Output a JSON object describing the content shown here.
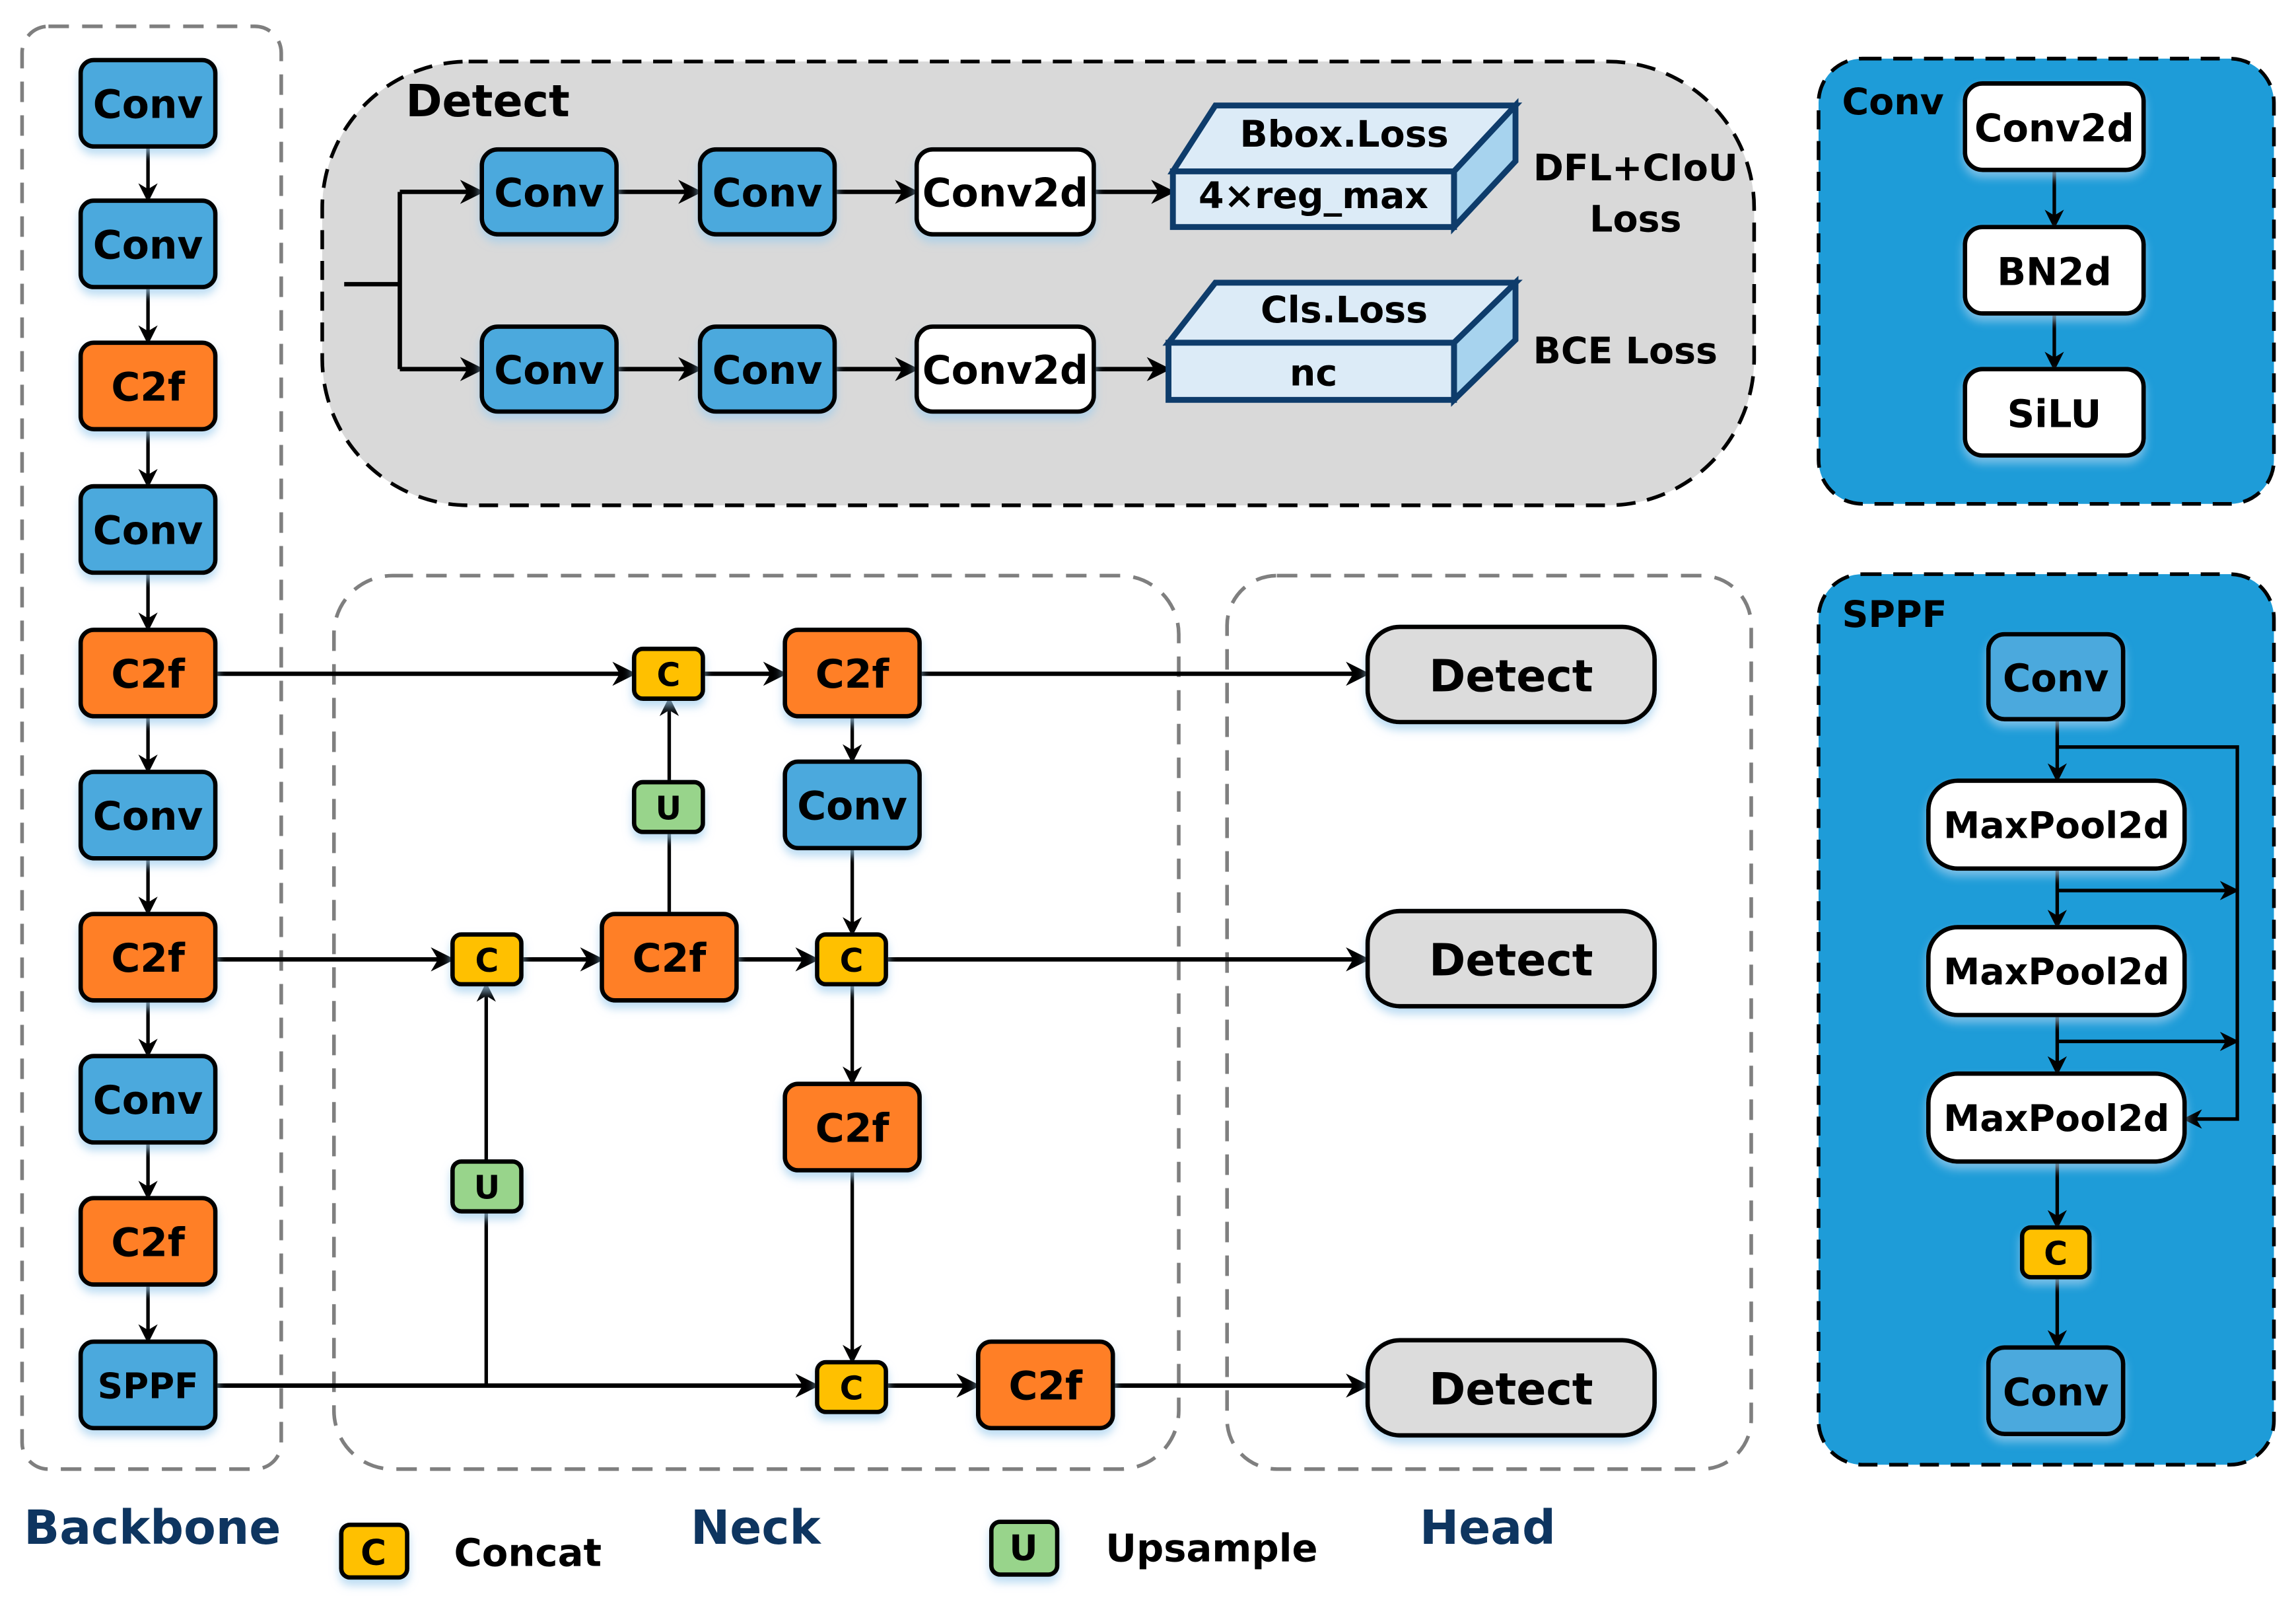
{
  "colors": {
    "conv": "#4BA9DD",
    "c2f": "#FF7F27",
    "concat": "#FFC000",
    "upsample": "#98D48B",
    "detect": "#DCDCDC",
    "white_node": "#FFFFFF",
    "detect_panel_bg": "#D9D9D9",
    "module_panel_bg": "#1E9CD8",
    "loss_front": "#DCEBF7",
    "loss_side": "#A7D3EE",
    "loss_stroke": "#0E3C6B",
    "section_label": "#0E3560",
    "dashed_gray": "#7F7F7F"
  },
  "backbone": {
    "title": "Backbone",
    "nodes": [
      {
        "label": "Conv",
        "type": "conv"
      },
      {
        "label": "Conv",
        "type": "conv"
      },
      {
        "label": "C2f",
        "type": "c2f"
      },
      {
        "label": "Conv",
        "type": "conv"
      },
      {
        "label": "C2f",
        "type": "c2f"
      },
      {
        "label": "Conv",
        "type": "conv"
      },
      {
        "label": "C2f",
        "type": "c2f"
      },
      {
        "label": "Conv",
        "type": "conv"
      },
      {
        "label": "C2f",
        "type": "c2f"
      },
      {
        "label": "SPPF",
        "type": "conv"
      }
    ]
  },
  "neck": {
    "title": "Neck",
    "nodes": {
      "concat_top": "C",
      "c2f_top": "C2f",
      "upsample_top": "U",
      "conv_mid": "Conv",
      "concat_mid_left": "C",
      "c2f_mid": "C2f",
      "concat_mid_right": "C",
      "c2f_lower": "C2f",
      "upsample_bottom": "U",
      "concat_bottom": "C",
      "c2f_bottom": "C2f"
    }
  },
  "head": {
    "title": "Head",
    "detect_labels": [
      "Detect",
      "Detect",
      "Detect"
    ]
  },
  "detect_panel": {
    "title": "Detect",
    "row1": [
      "Conv",
      "Conv",
      "Conv2d"
    ],
    "row2": [
      "Conv",
      "Conv",
      "Conv2d"
    ],
    "bbox_loss": {
      "top": "Bbox.Loss",
      "front": "4×reg_max",
      "note_line1": "DFL+CIoU",
      "note_line2": "Loss"
    },
    "cls_loss": {
      "top": "Cls.Loss",
      "front": "nc",
      "note": "BCE Loss"
    }
  },
  "conv_panel": {
    "title": "Conv",
    "nodes": [
      "Conv2d",
      "BN2d",
      "SiLU"
    ]
  },
  "sppf_panel": {
    "title": "SPPF",
    "nodes": [
      "Conv",
      "MaxPool2d",
      "MaxPool2d",
      "MaxPool2d",
      "C",
      "Conv"
    ]
  },
  "legend": {
    "concat": {
      "symbol": "C",
      "label": "Concat"
    },
    "upsample": {
      "symbol": "U",
      "label": "Upsample"
    }
  }
}
